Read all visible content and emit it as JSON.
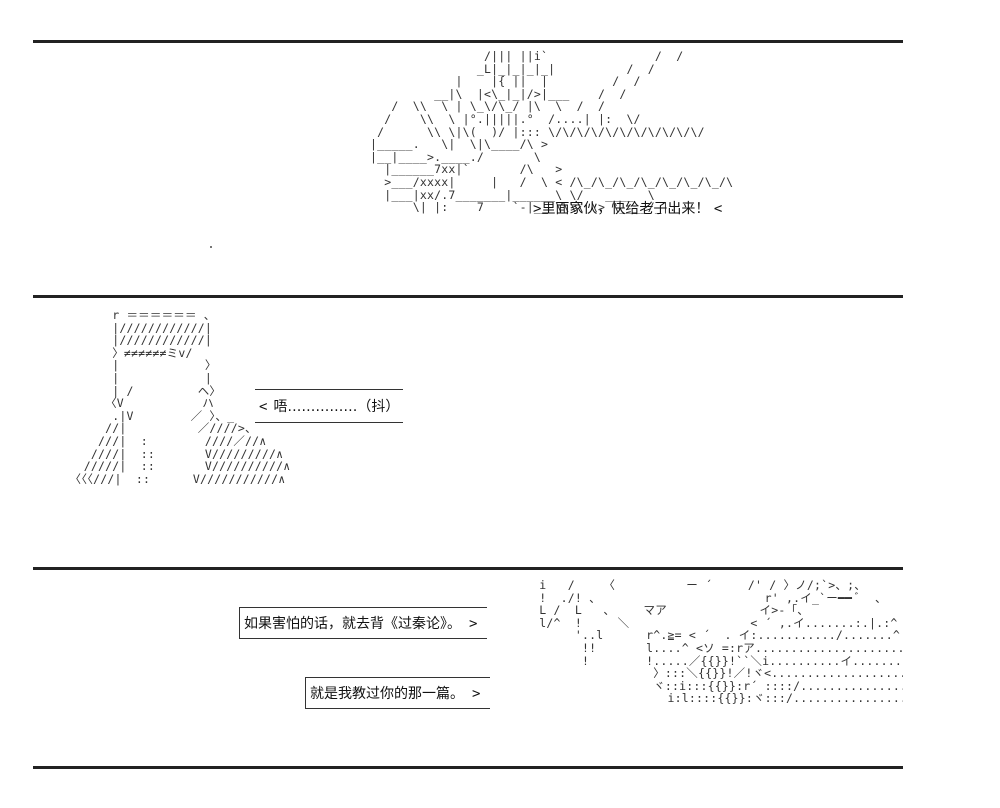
{
  "panels": {
    "top": {
      "speech": "里面家伙，快给老子出来！",
      "speech_lead": ">",
      "speech_tail": "<"
    },
    "middle": {
      "speech": "唔……………（抖）",
      "speech_lead": "<"
    },
    "bottom": {
      "speech_1": "如果害怕的话，就去背《过秦论》。",
      "speech_2": "就是我教过你的那一篇。",
      "speech_tail": ">"
    }
  },
  "colors": {
    "ink": "#222222",
    "background": "#ffffff"
  }
}
